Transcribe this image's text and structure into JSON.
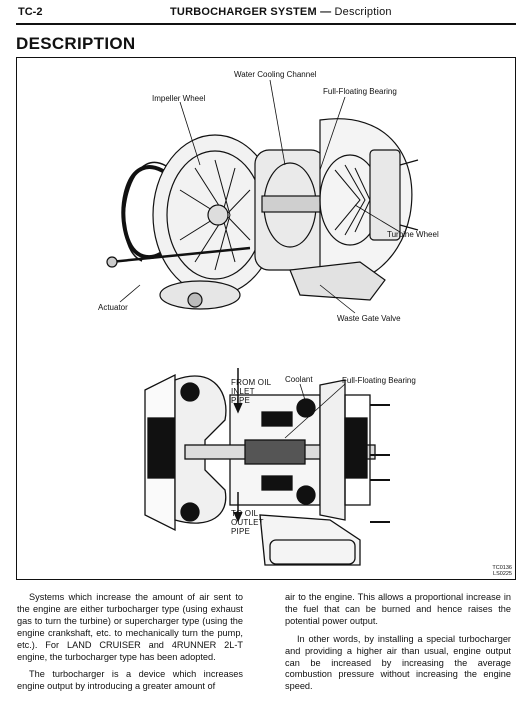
{
  "header": {
    "page_id": "TC-2",
    "section": "TURBOCHARGER SYSTEM",
    "subsection": "Description"
  },
  "title": "DESCRIPTION",
  "figure": {
    "upper_labels": {
      "water_cooling_channel": "Water Cooling Channel",
      "full_floating_bearing": "Full-Floating Bearing",
      "impeller_wheel": "Impeller Wheel",
      "turbine_wheel": "Turbine Wheel",
      "actuator": "Actuator",
      "waste_gate_valve": "Waste Gate Valve"
    },
    "lower_labels": {
      "from_oil_inlet_pipe": [
        "FROM OIL",
        "INLET",
        "PIPE"
      ],
      "coolant": "Coolant",
      "full_floating_bearing": "Full-Floating Bearing",
      "to_oil_outlet_pipe": [
        "TO OIL",
        "OUTLET",
        "PIPE"
      ]
    },
    "codes": [
      "TC0136",
      "LS0225"
    ]
  },
  "body": {
    "left_column": [
      "Systems which increase the amount of air sent to the engine are either turbocharger type (using exhaust gas to turn the turbine) or supercharger type (using the engine crankshaft, etc. to mechanically turn the pump, etc.). For LAND CRUISER and 4RUNNER 2L-T engine, the turbocharger type has been adopted.",
      "The turbocharger is a device which increases engine output by introducing a greater amount of"
    ],
    "right_column": [
      "air to the engine. This allows a proportional increase in the fuel that can be burned and hence raises the potential power output.",
      "In other words, by installing a special turbocharger and providing a higher air than usual, engine output can be increased by increasing the average combustion pressure without increasing the engine speed."
    ]
  }
}
